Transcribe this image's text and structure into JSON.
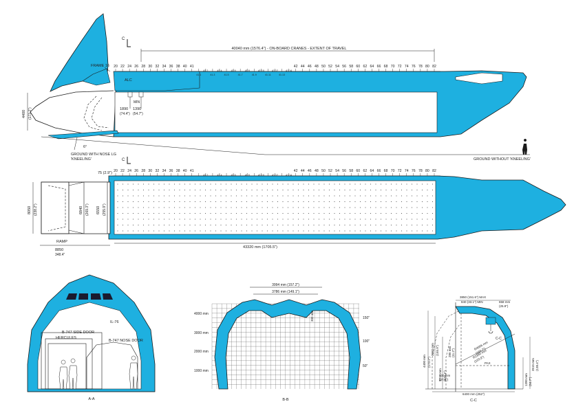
{
  "colors": {
    "fill": "#1eb0e0",
    "line": "#1a1a1a",
    "paper": "#ffffff"
  },
  "top_view": {
    "section_mark": "C",
    "travel_label": "40040 mm (1576.4\") - ON-BOARD CRANES - EXTENT OF TRAVEL",
    "frame_label": "FRAME 16",
    "alc_label": "ALC",
    "min_label": "MIN",
    "dim_1890": "1890",
    "dim_1890_in": "(74.4\")",
    "dim_1390": "1390",
    "dim_1390_in": "(54.7\")",
    "height_dim": "4400",
    "height_dim_in": "(173.2\")",
    "angle": "6°",
    "ground_nose_1": "GROUND WITH NOSE LG",
    "ground_nose_2": "'KNEELING'",
    "ground_without": "GROUND WITHOUT 'KNEELING'",
    "frames": [
      "20",
      "22",
      "24",
      "26",
      "28",
      "30",
      "32",
      "34",
      "36",
      "38",
      "40",
      "41",
      "41.1",
      "41.2",
      "41.3",
      "41.4",
      "41.5",
      "41.6",
      "41.7",
      "41.8",
      "41.9",
      "41.10",
      "41.11",
      "41.12",
      "41.13",
      "41.14",
      "42",
      "44",
      "46",
      "48",
      "50",
      "52",
      "54",
      "56",
      "58",
      "60",
      "62",
      "64",
      "66",
      "68",
      "70",
      "72",
      "74",
      "76",
      "78",
      "80",
      "82"
    ]
  },
  "plan_view": {
    "section_mark": "C",
    "dim_75": "75 (2.9\")",
    "ramp_label": "RAMP",
    "dim_8050": "8050",
    "dim_8050_in": "(238.2\")",
    "dim_6840": "6840",
    "dim_6840_in": "(269.3\")",
    "dim_6550": "6550",
    "dim_6550_in": "(255.9\")",
    "dim_8850": "8850",
    "dim_8850_in": "348.4\"",
    "length_dim": "43320 mm (1705.5\")"
  },
  "section_aa": {
    "label": "A-A",
    "il76": "IL-76",
    "b747_side": "B-747 SIDE DOOR",
    "hercules": "HERCULES",
    "b747_nose": "B-747 NOSE DOOR"
  },
  "section_bb": {
    "label": "B-B",
    "width_top": "3994 mm (157.2\")",
    "width_inner": "3786 mm (149.1\")",
    "dim_small": "300 mm",
    "y_labels": [
      "4000 mm",
      "3000 mm",
      "2000 mm",
      "1000 mm"
    ],
    "r_labels": [
      "150\"",
      "100\"",
      "50\""
    ]
  },
  "section_cc": {
    "label": "C-C",
    "width_max": "3850 (151.6\") MAX",
    "width_min": "840 (33.1\") MIN",
    "dim_658": "658 mm",
    "dim_658_in": "(25.9\")",
    "dim_4400": "4400 mm",
    "dim_4400_in": "(173.2\")",
    "dim_3960": "3960 mm",
    "dim_3960_in": "(155.9\")",
    "dim_3210": "3210 mm",
    "dim_3210_in": "(126.4\")",
    "dim_285": "285 mm",
    "dim_285_in": "(11.2\")",
    "dim_700": "700 mm",
    "dim_700_in": "(27.6\")",
    "radius_1": "R4666 mm",
    "radius_1_in": "(183.7\")",
    "radius_2": "R2340 mm",
    "radius_2_in": "(103.9\")",
    "cc_mark": "C-C",
    "pax": "PAX",
    "dim_3515": "3515 mm",
    "dim_3515_in": "(138.4\")",
    "dim_1390": "1390 mm",
    "dim_1390_in": "(54.7\")",
    "width_bottom": "6400 mm (252\")"
  }
}
